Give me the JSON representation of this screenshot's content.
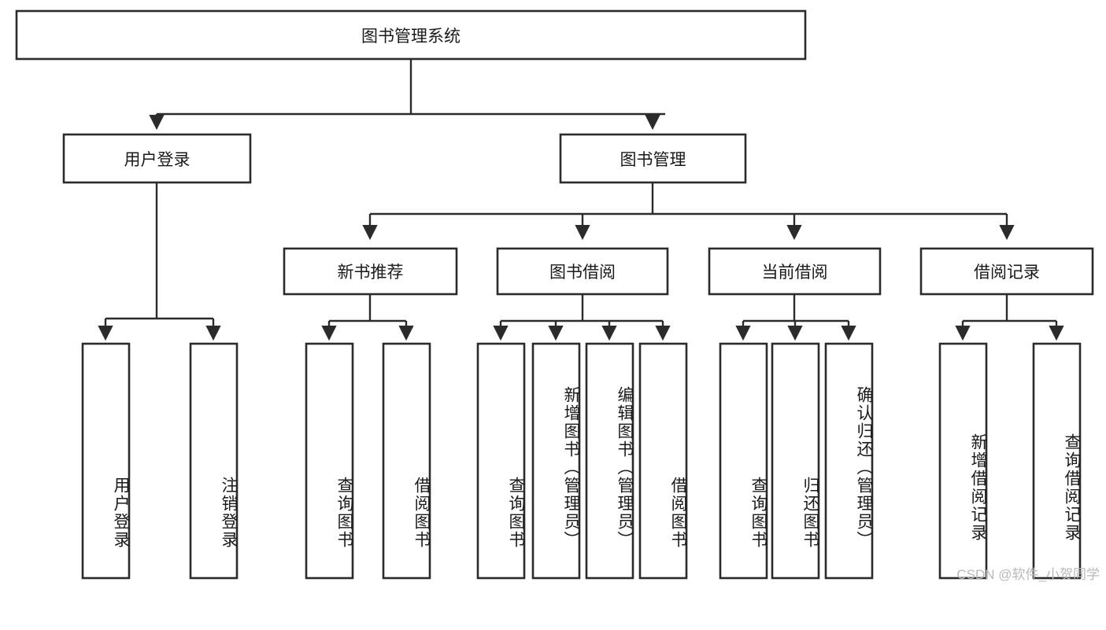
{
  "diagram": {
    "type": "tree-hierarchy",
    "title": "图书管理系统",
    "orientation": "top-down",
    "box_fill": "#ffffff",
    "box_stroke": "#2b2b2b",
    "text_color": "#1a1a1a",
    "nodes": {
      "root": {
        "label": "图书管理系统"
      },
      "level2": [
        {
          "label": "用户登录"
        },
        {
          "label": "图书管理"
        }
      ],
      "level3": [
        {
          "label": "新书推荐"
        },
        {
          "label": "图书借阅"
        },
        {
          "label": "当前借阅"
        },
        {
          "label": "借阅记录"
        }
      ],
      "leaves_user_login": [
        {
          "label": "用户登录"
        },
        {
          "label": "注销登录"
        }
      ],
      "leaves_new_book": [
        {
          "label": "查询图书"
        },
        {
          "label": "借阅图书"
        }
      ],
      "leaves_book_borrow": [
        {
          "label": "查询图书"
        },
        {
          "label": "新增图书（管理员）"
        },
        {
          "label": "编辑图书（管理员）"
        },
        {
          "label": "借阅图书"
        }
      ],
      "leaves_current_borrow": [
        {
          "label": "查询图书"
        },
        {
          "label": "归还图书"
        },
        {
          "label": "确认归还（管理员）"
        }
      ],
      "leaves_borrow_record": [
        {
          "label": "新增借阅记录"
        },
        {
          "label": "查询借阅记录"
        }
      ]
    }
  },
  "watermark": {
    "text": "CSDN @软件_小贺同学"
  }
}
